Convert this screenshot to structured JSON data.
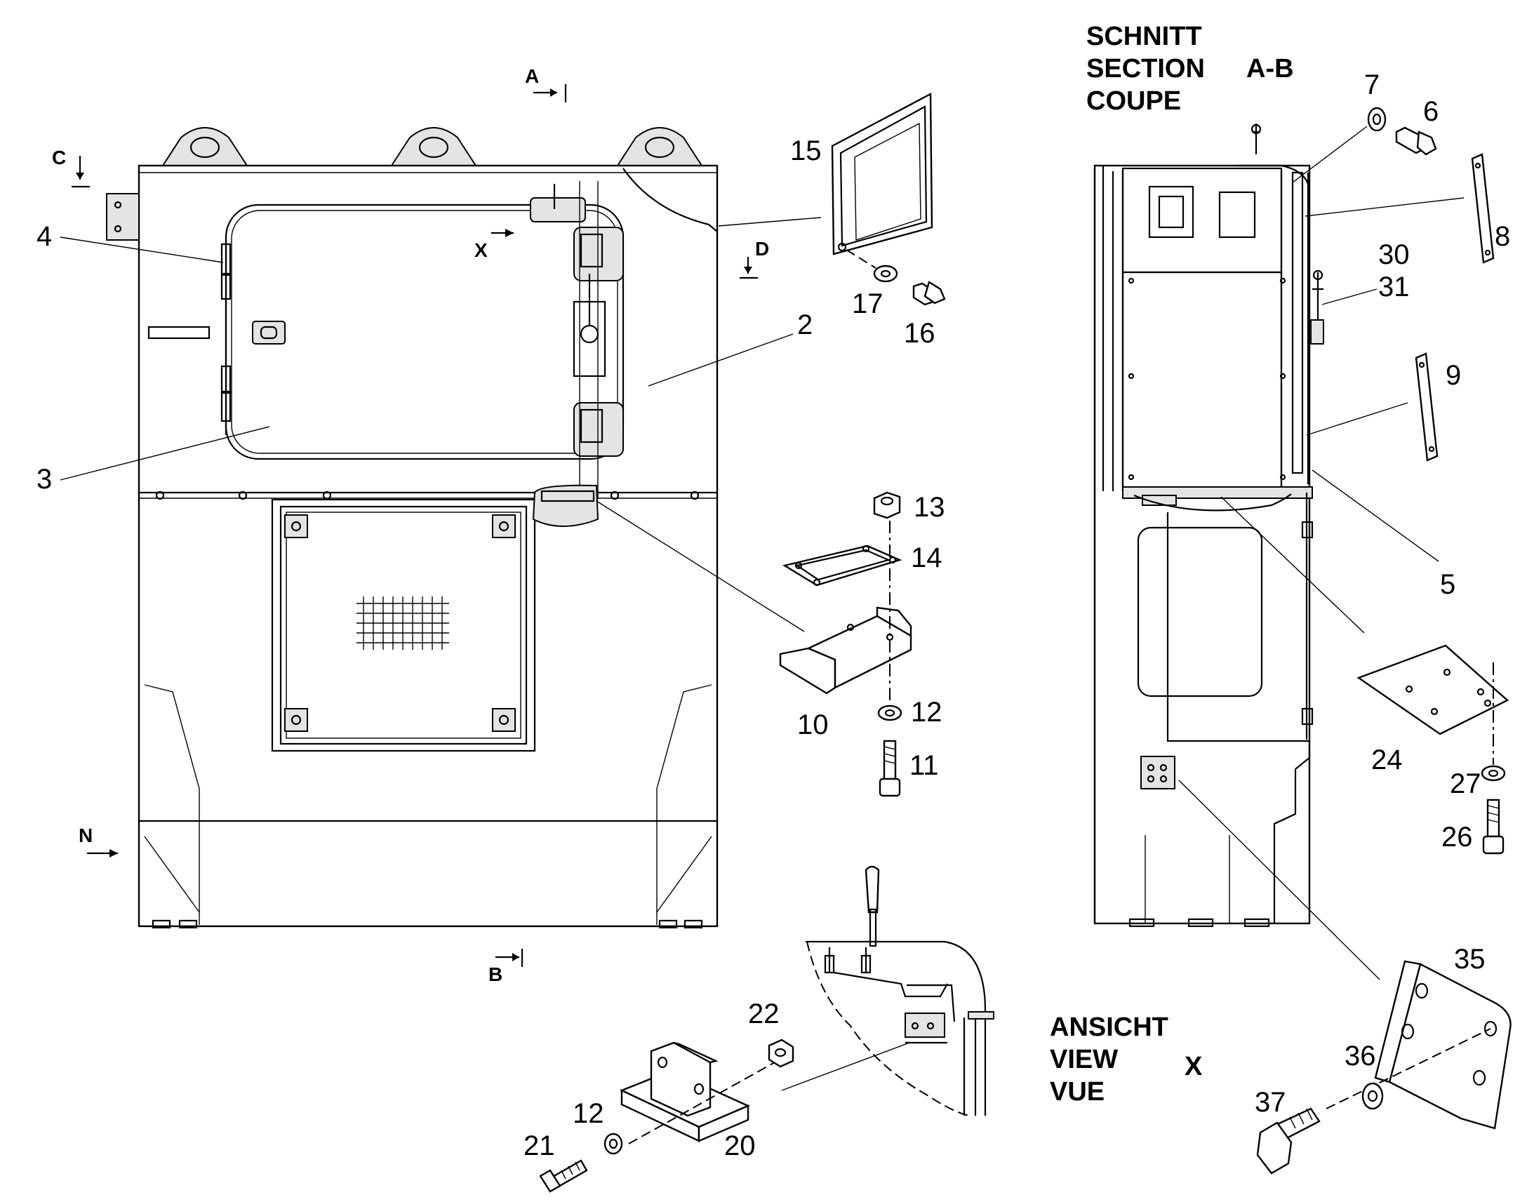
{
  "views": {
    "section": [
      "SCHNITT",
      "SECTION",
      "COUPE"
    ],
    "section_name": "A-B",
    "view": [
      "ANSICHT",
      "VIEW",
      "VUE"
    ],
    "view_name": "X"
  },
  "markers": {
    "A": "A",
    "B": "B",
    "C": "C",
    "D": "D",
    "N": "N",
    "X": "X"
  },
  "callouts": {
    "c2": "2",
    "c3": "3",
    "c4": "4",
    "c5": "5",
    "c6": "6",
    "c7": "7",
    "c8": "8",
    "c9": "9",
    "c10": "10",
    "c11": "11",
    "c12a": "12",
    "c12b": "12",
    "c13": "13",
    "c14": "14",
    "c15": "15",
    "c16": "16",
    "c17": "17",
    "c20": "20",
    "c21": "21",
    "c22": "22",
    "c24": "24",
    "c26": "26",
    "c27": "27",
    "c30": "30",
    "c31": "31",
    "c35": "35",
    "c36": "36",
    "c37": "37"
  }
}
